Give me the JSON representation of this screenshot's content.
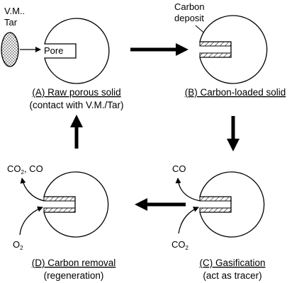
{
  "source": {
    "line1": "V.M..",
    "line2": "Tar"
  },
  "labels": {
    "pore": "Pore",
    "carbon_line1": "Carbon",
    "carbon_line2": "deposit"
  },
  "stages": {
    "a": {
      "title": "(A) Raw porous solid",
      "subtitle": "(contact with V.M./Tar)"
    },
    "b": {
      "title": "(B) Carbon-loaded solid",
      "subtitle": ""
    },
    "c": {
      "title": "(C) Gasification",
      "subtitle": "(act as tracer)"
    },
    "d": {
      "title": "(D) Carbon removal",
      "subtitle": "(regeneration)"
    }
  },
  "gases": {
    "d_out": {
      "a": "CO",
      "a_sub": "2",
      "b": ", CO"
    },
    "d_in": {
      "a": "O",
      "a_sub": "2"
    },
    "c_out": {
      "a": "CO"
    },
    "c_in": {
      "a": "CO",
      "a_sub": "2"
    }
  }
}
